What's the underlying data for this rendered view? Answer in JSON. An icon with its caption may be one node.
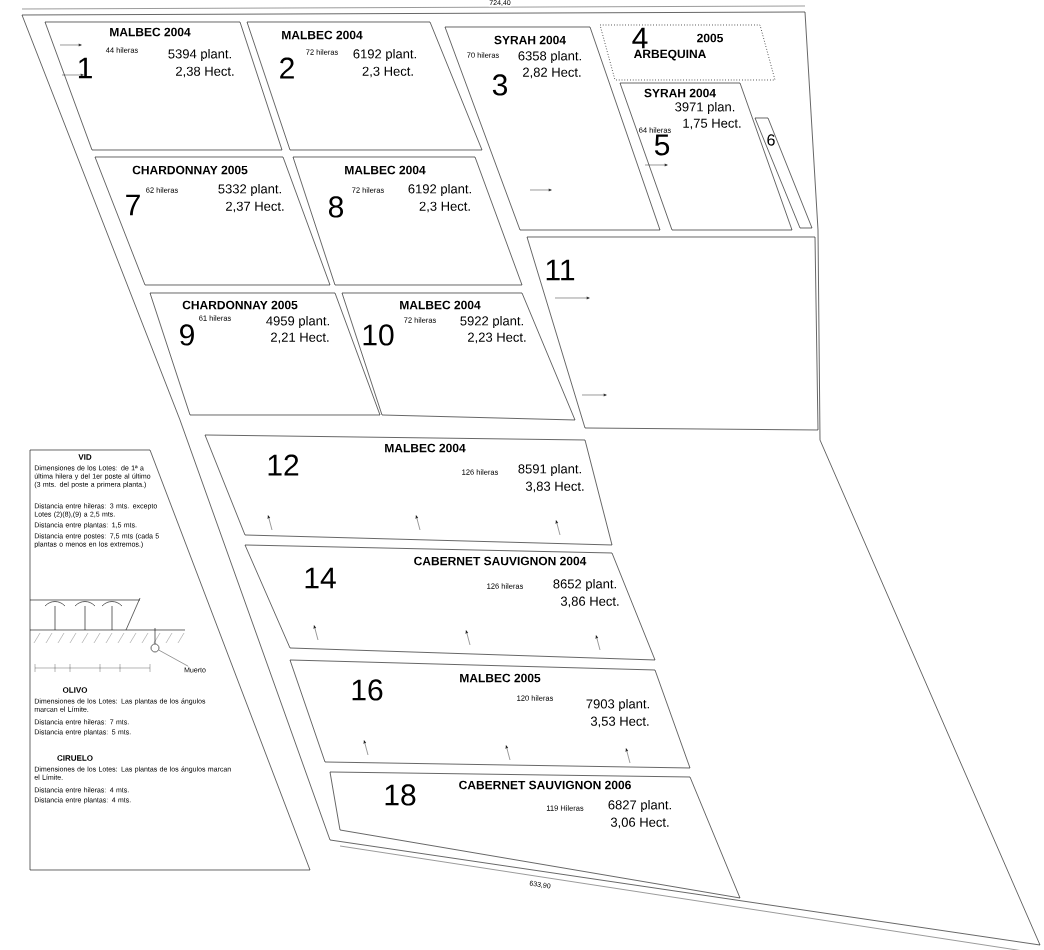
{
  "diagram": {
    "nodes": [
      {
        "text": [
          "MALBEC 2004",
          "1",
          "44 hileras",
          "5394 plant.",
          "2,38 Hect."
        ]
      },
      {
        "text": [
          "MALBEC 2004",
          "2",
          "72 hileras",
          "6192 plant.",
          "2,3 Hect."
        ]
      },
      {
        "text": [
          "SYRAH 2004",
          "3",
          "70 hileras",
          "6358 plant.",
          "2,82 Hect."
        ]
      },
      {
        "text": [
          "4",
          "2005",
          "ARBEQUINA"
        ]
      },
      {
        "text": [
          "SYRAH 2004",
          "64 hileras",
          "3971 plan.",
          "1,75 Hect.",
          "5"
        ]
      },
      {
        "text": [
          "6"
        ]
      },
      {
        "text": [
          "CHARDONNAY 2005",
          "7",
          "62 hileras",
          "5332 plant.",
          "2,37 Hect."
        ]
      },
      {
        "text": [
          "MALBEC 2004",
          "8",
          "72 hileras",
          "6192 plant.",
          "2,3 Hect."
        ]
      },
      {
        "text": [
          "CHARDONNAY 2005",
          "9",
          "61 hileras",
          "4959 plant.",
          "2,21 Hect."
        ]
      },
      {
        "text": [
          "MALBEC 2004",
          "10",
          "72 hileras",
          "5922 plant.",
          "2,23 Hect."
        ]
      },
      {
        "text": [
          "11"
        ]
      },
      {
        "text": [
          "12",
          "MALBEC 2004",
          "126 hileras",
          "8591 plant.",
          "3,83 Hect."
        ]
      },
      {
        "text": [
          "14",
          "CABERNET SAUVIGNON 2004",
          "126 hileras",
          "8652 plant.",
          "3,86 Hect."
        ]
      },
      {
        "text": [
          "16",
          "MALBEC 2005",
          "120 hileras",
          "7903 plant.",
          "3,53 Hect."
        ]
      },
      {
        "text": [
          "18",
          "CABERNET SAUVIGNON 2006",
          "119 Hileras",
          "6827 plant.",
          "3,06 Hect."
        ]
      },
      {
        "text": [
          "VID",
          "Dimensiones de los Lotes: de 1ª a última hilera y del 1er poste al último (3 mts. del poste a primera planta.)",
          "Distancia entre hileras: 3 mts. excepto Lotes (2)(8),(9) a 2,5 mts.",
          "Distancia entre plantas: 1,5 mts.",
          "Distancia entre postes: 7,5 mts (cada 5 plantas o menos en los extremos.)",
          "OLIVO",
          "Dimensiones de los Lotes: Las plantas de los ángulos marcan el Límite.",
          "Distancia entre hileras: 7 mts.",
          "Distancia entre plantas: 5 mts.",
          "CIRUELO",
          "Dimensiones de los Lotes: Las plantas de los ángulos marcan el Límite.",
          "Distancia entre hileras: 4 mts.",
          "Distancia entre plantas: 4 mts."
        ]
      },
      {
        "text": [
          "Muerto"
        ],
        "in": 15
      },
      {
        "text": [],
        "shape": "circle",
        "in": 15
      }
    ],
    "edges": [
      {
        "from": 16,
        "to": 17,
        "arrow": "none"
      }
    ],
    "labels": [
      "724,40",
      "633,90"
    ]
  }
}
